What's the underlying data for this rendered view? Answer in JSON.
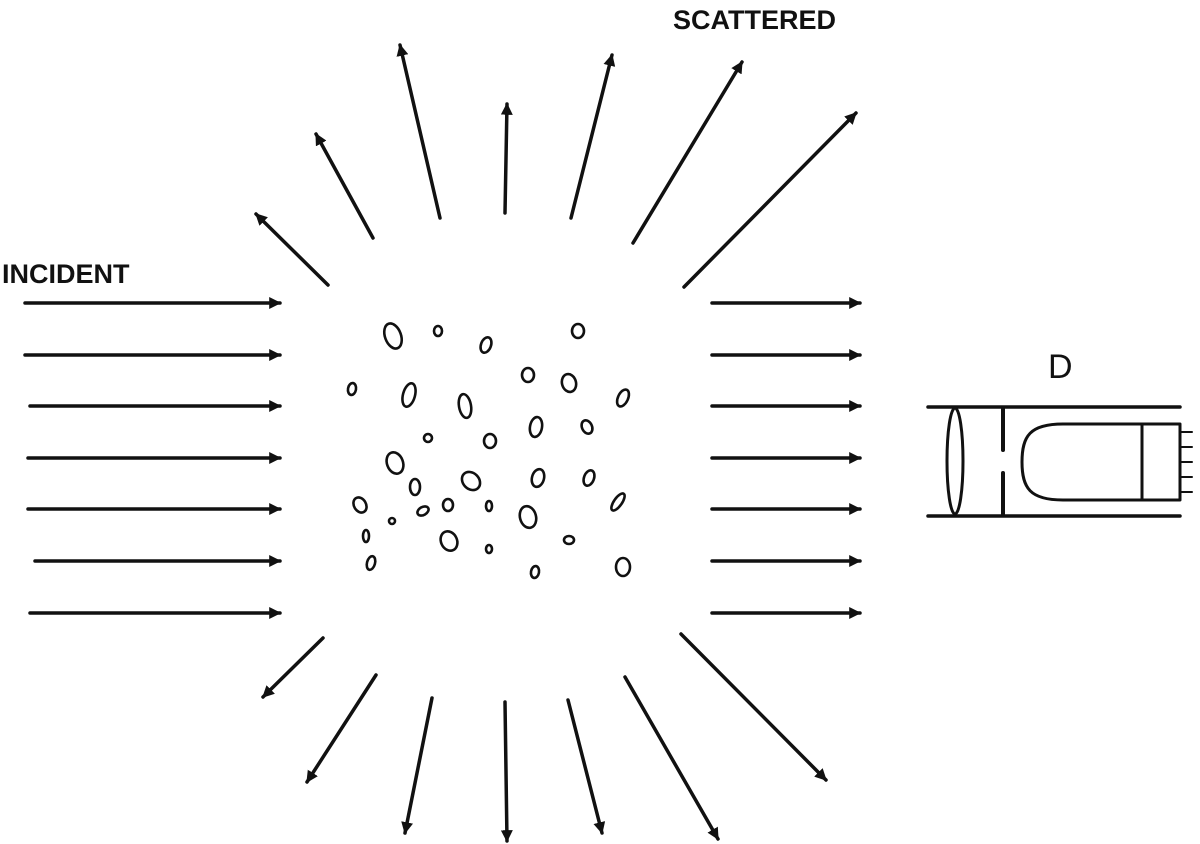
{
  "labels": {
    "incident": "INCIDENT",
    "scattered": "SCATTERED",
    "detector": "D"
  },
  "colors": {
    "ink": "#111111",
    "background": "#ffffff"
  }
}
